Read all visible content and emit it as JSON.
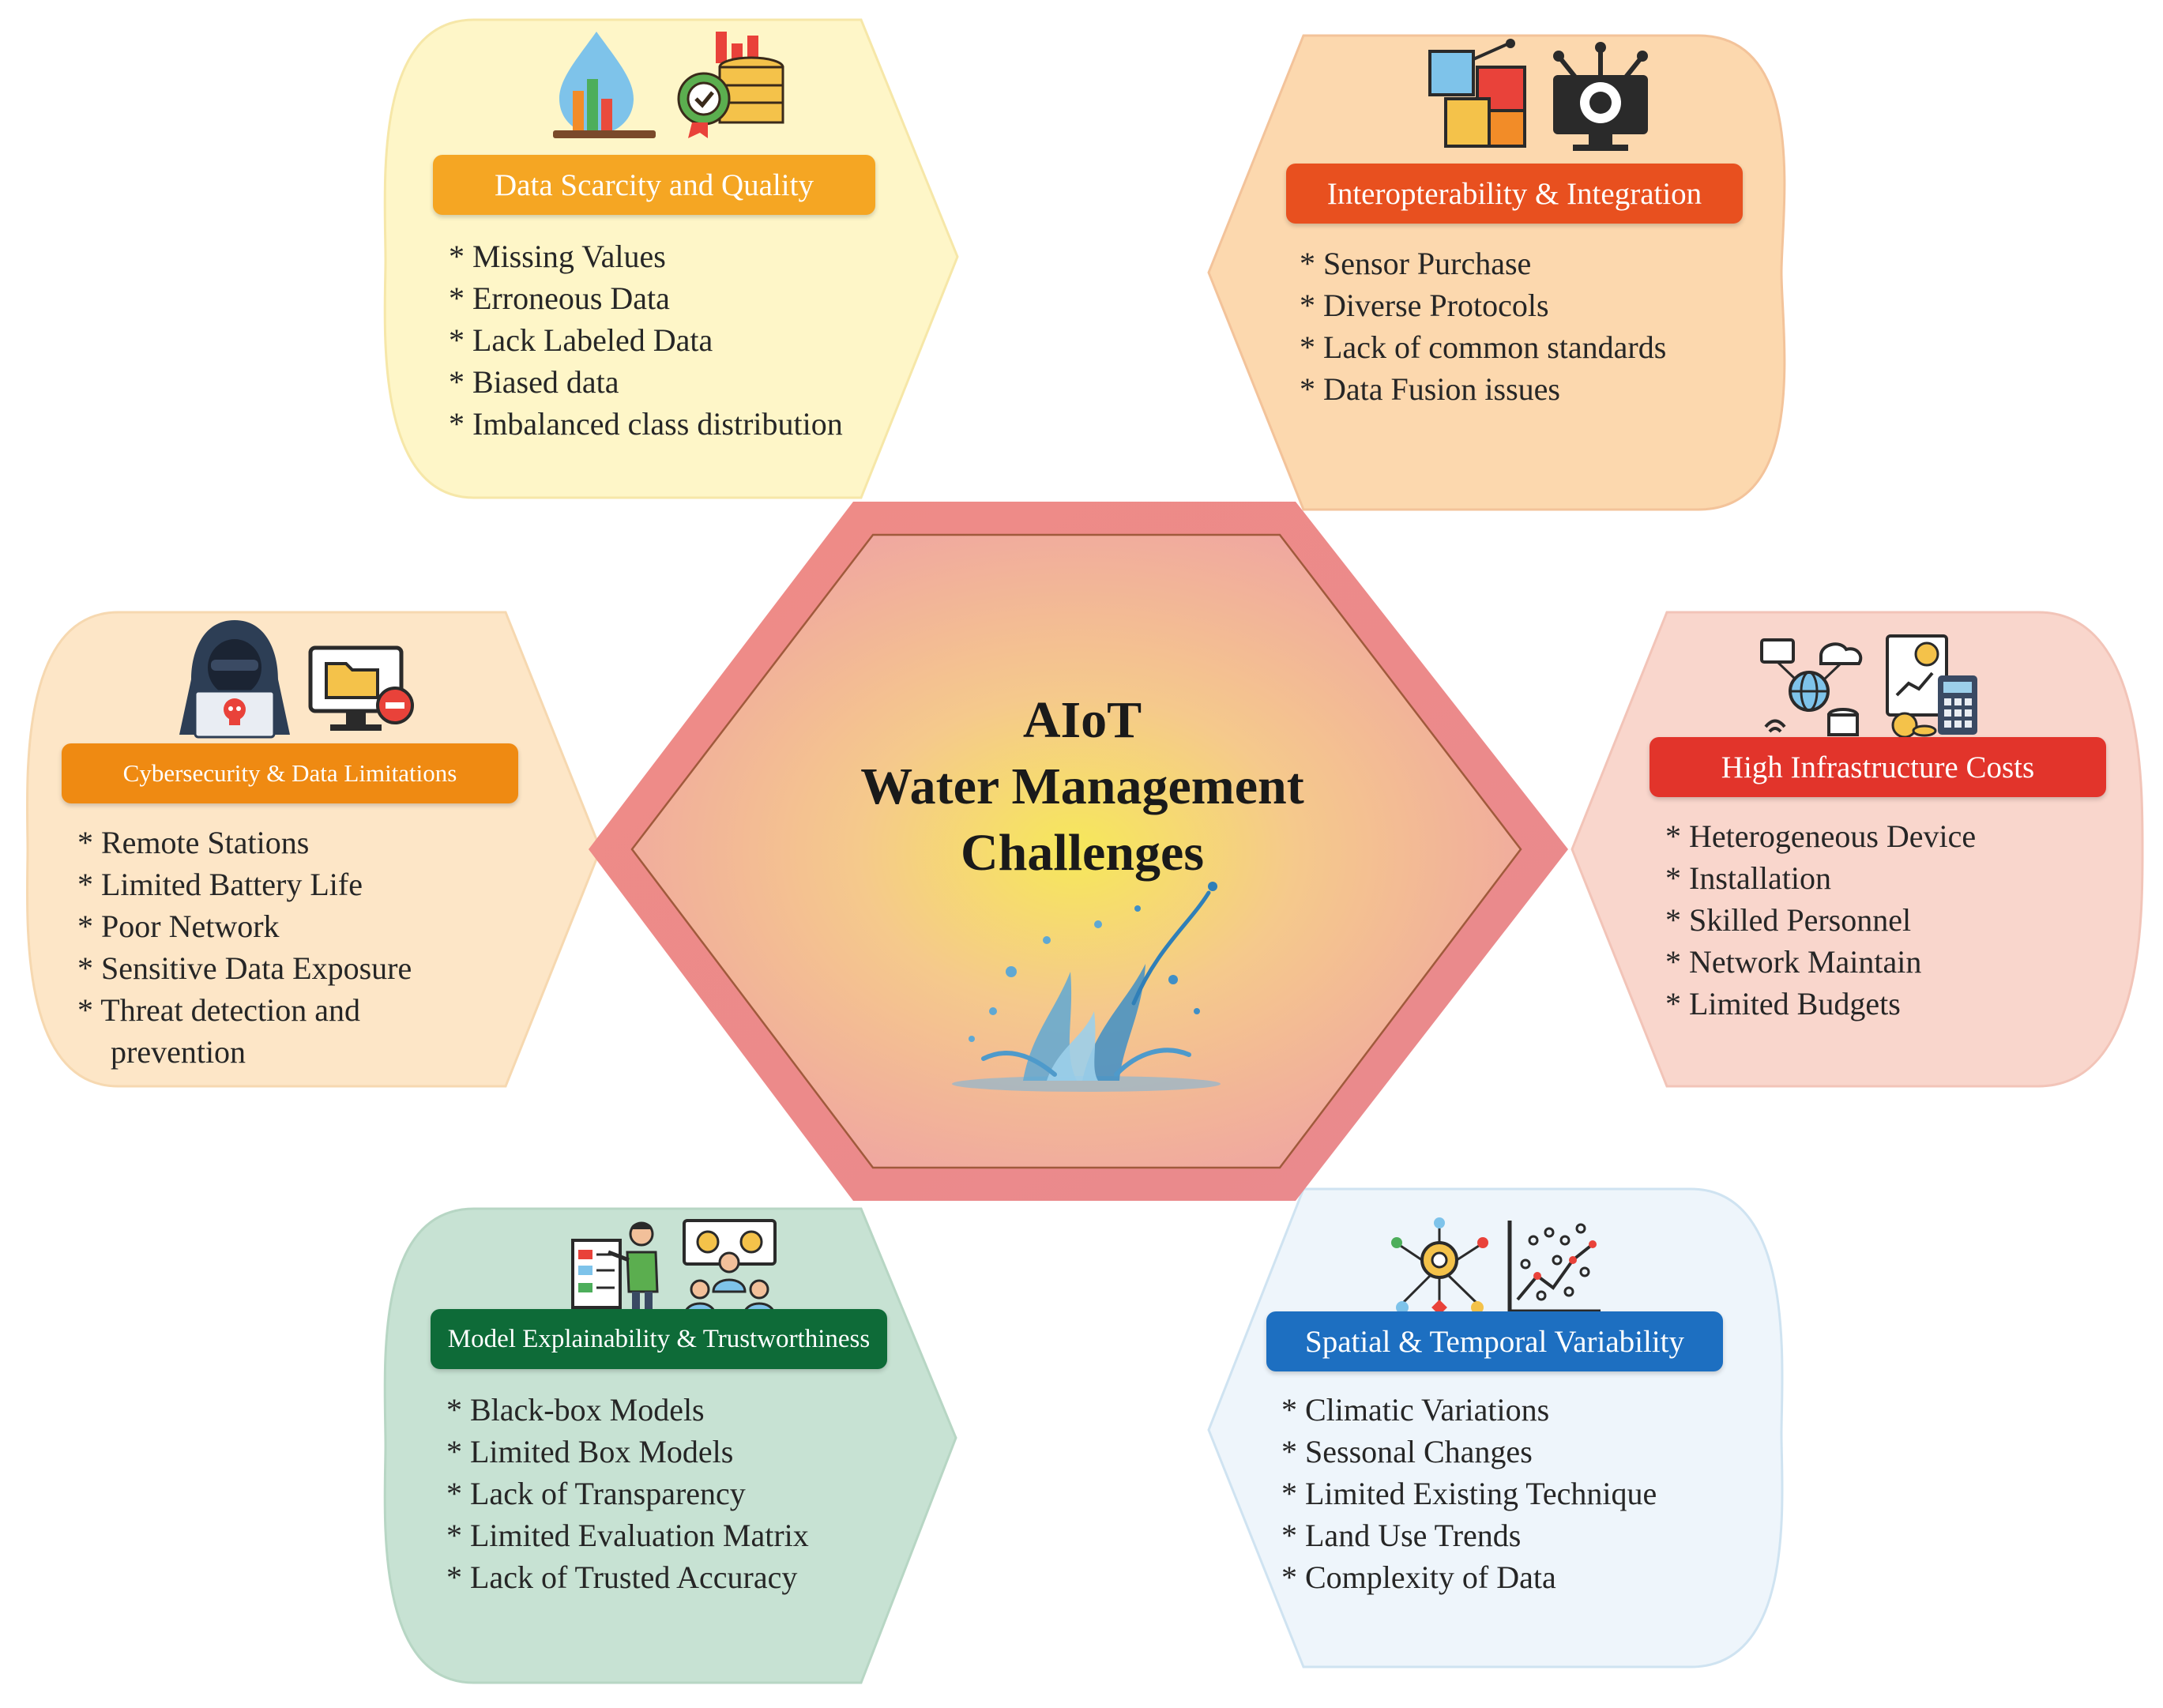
{
  "center": {
    "line1": "AIoT",
    "line2": "Water Management",
    "line3": "Challenges"
  },
  "panels": {
    "data_scarcity": {
      "title": "Data Scarcity and Quality",
      "color": "#F5A623",
      "bg": "#FEF6C8",
      "icons": [
        "water-drop-chart-icon",
        "database-badge-icon"
      ],
      "items": [
        "* Missing Values",
        "* Erroneous Data",
        "* Lack Labeled Data",
        "* Biased data",
        "* Imbalanced class distribution"
      ]
    },
    "interoperability": {
      "title": "Interopterability & Integration",
      "color": "#E8501F",
      "bg": "#FCD8AE",
      "icons": [
        "puzzle-circuit-icon",
        "monitor-gear-icon"
      ],
      "items": [
        "* Sensor Purchase",
        "* Diverse Protocols",
        "* Lack of common standards",
        "* Data Fusion issues"
      ]
    },
    "cybersecurity": {
      "title": "Cybersecurity & Data Limitations",
      "color": "#EF8A12",
      "bg": "#FDE6C7",
      "icons": [
        "hacker-icon",
        "monitor-folder-icon"
      ],
      "items": [
        "* Remote Stations",
        "* Limited Battery Life",
        "* Poor Network",
        "* Sensitive Data Exposure",
        "* Threat detection and prevention"
      ]
    },
    "infrastructure": {
      "title": "High Infrastructure Costs",
      "color": "#E2342B",
      "bg": "#F9D6CC",
      "icons": [
        "network-cloud-icon",
        "report-calculator-icon"
      ],
      "items": [
        "* Heterogeneous Device",
        "* Installation",
        "* Skilled Personnel",
        "* Network Maintain",
        "* Limited Budgets"
      ]
    },
    "explainability": {
      "title": "Model Explainability & Trustworthiness",
      "color": "#0E6B38",
      "bg": "#C7E2D3",
      "icons": [
        "presenter-board-icon",
        "team-meeting-icon"
      ],
      "items": [
        "* Black-box Models",
        "* Limited Box Models",
        "* Lack of Transparency",
        "* Limited Evaluation Matrix",
        "* Lack of Trusted Accuracy"
      ]
    },
    "variability": {
      "title": "Spatial & Temporal Variability",
      "color": "#1D6FC1",
      "bg": "#EEF5FB",
      "icons": [
        "gear-network-icon",
        "scatter-plot-icon"
      ],
      "items": [
        "* Climatic Variations",
        "* Sessonal Changes",
        "* Limited Existing Technique",
        "* Land Use Trends",
        "* Complexity of Data"
      ]
    }
  },
  "decoration": {
    "splash": "water-splash-icon"
  }
}
